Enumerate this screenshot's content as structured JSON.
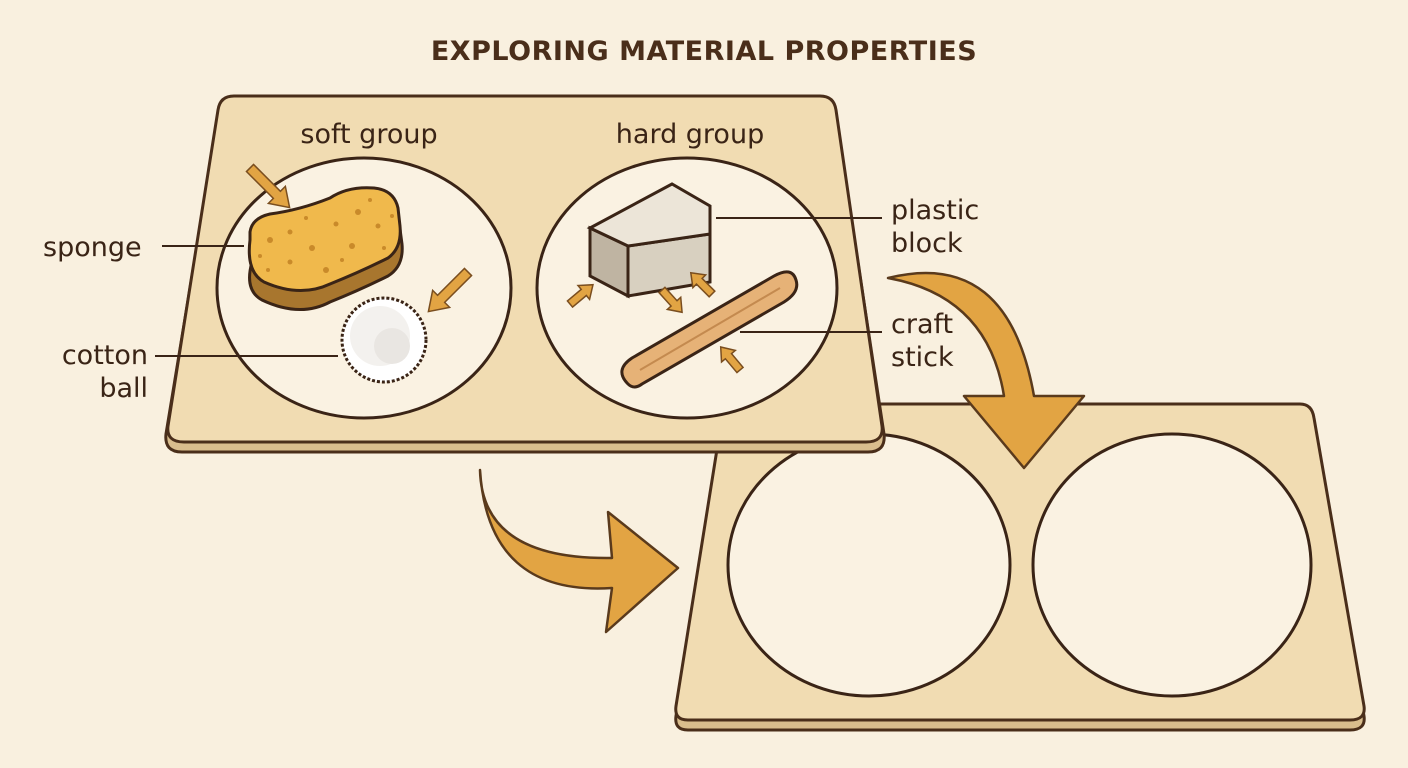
{
  "title": "EXPLORING MATERIAL PROPERTIES",
  "groups": {
    "soft": "soft group",
    "hard": "hard group"
  },
  "items": {
    "sponge": "sponge",
    "cotton_line1": "cotton",
    "cotton_line2": "ball",
    "plastic_line1": "plastic",
    "plastic_line2": "block",
    "craft_line1": "craft",
    "craft_line2": "stick"
  },
  "colors": {
    "background": "#f9f0df",
    "tray": "#f1dcb2",
    "outline": "#4a2e1a",
    "arrow": "#e2a443",
    "sponge": "#f0b94c",
    "cotton": "#ffffff",
    "block": "#d8d0c0",
    "stick": "#e6b277"
  }
}
